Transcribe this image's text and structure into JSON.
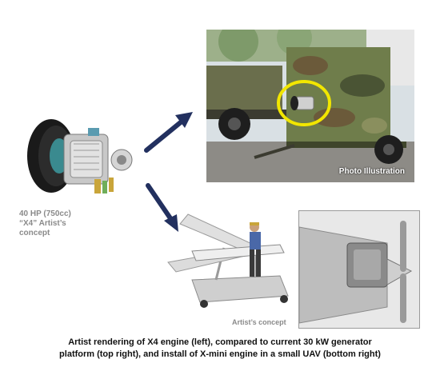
{
  "engine_label": {
    "line1": "40 HP (750cc)",
    "line2": "“X4” Artist’s",
    "line3": "concept"
  },
  "photo_caption": "Photo Illustration",
  "uav_caption": "Artist’s concept",
  "caption": {
    "line1": "Artist rendering of X4 engine (left), compared to current 30 kW generator",
    "line2": "platform (top right), and install of X-mini engine in a small UAV (bottom right)"
  },
  "colors": {
    "arrow": "#22305f",
    "highlight_ring": "#f2e600",
    "camo_green": "#6f7d4b",
    "camo_brown": "#6b5a3a",
    "sky": "#d9e0e4"
  },
  "icons": {
    "engine": "x4-engine-render",
    "arrows": "navy-direction-arrows"
  }
}
